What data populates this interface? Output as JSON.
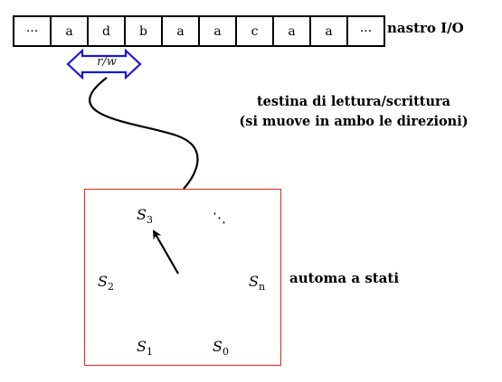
{
  "tape": {
    "cells": [
      "···",
      "a",
      "d",
      "b",
      "a",
      "a",
      "c",
      "a",
      "a",
      "···"
    ],
    "label": "nastro I/O"
  },
  "head": {
    "symbol": "r/w",
    "description_line1": "testina di lettura/scrittura",
    "description_line2": "(si muove in ambo le direzioni)",
    "outline_color": "#1a1acc"
  },
  "automaton": {
    "label": "automa a stati",
    "border_color": "#e0251d",
    "states": [
      {
        "symbol": "S",
        "index": "3"
      },
      {
        "symbol": "S",
        "index": "2"
      },
      {
        "symbol": "S",
        "index": "1"
      },
      {
        "symbol": "S",
        "index": "0"
      },
      {
        "symbol": "S",
        "index": "n"
      }
    ],
    "ellipsis": "⋱"
  }
}
